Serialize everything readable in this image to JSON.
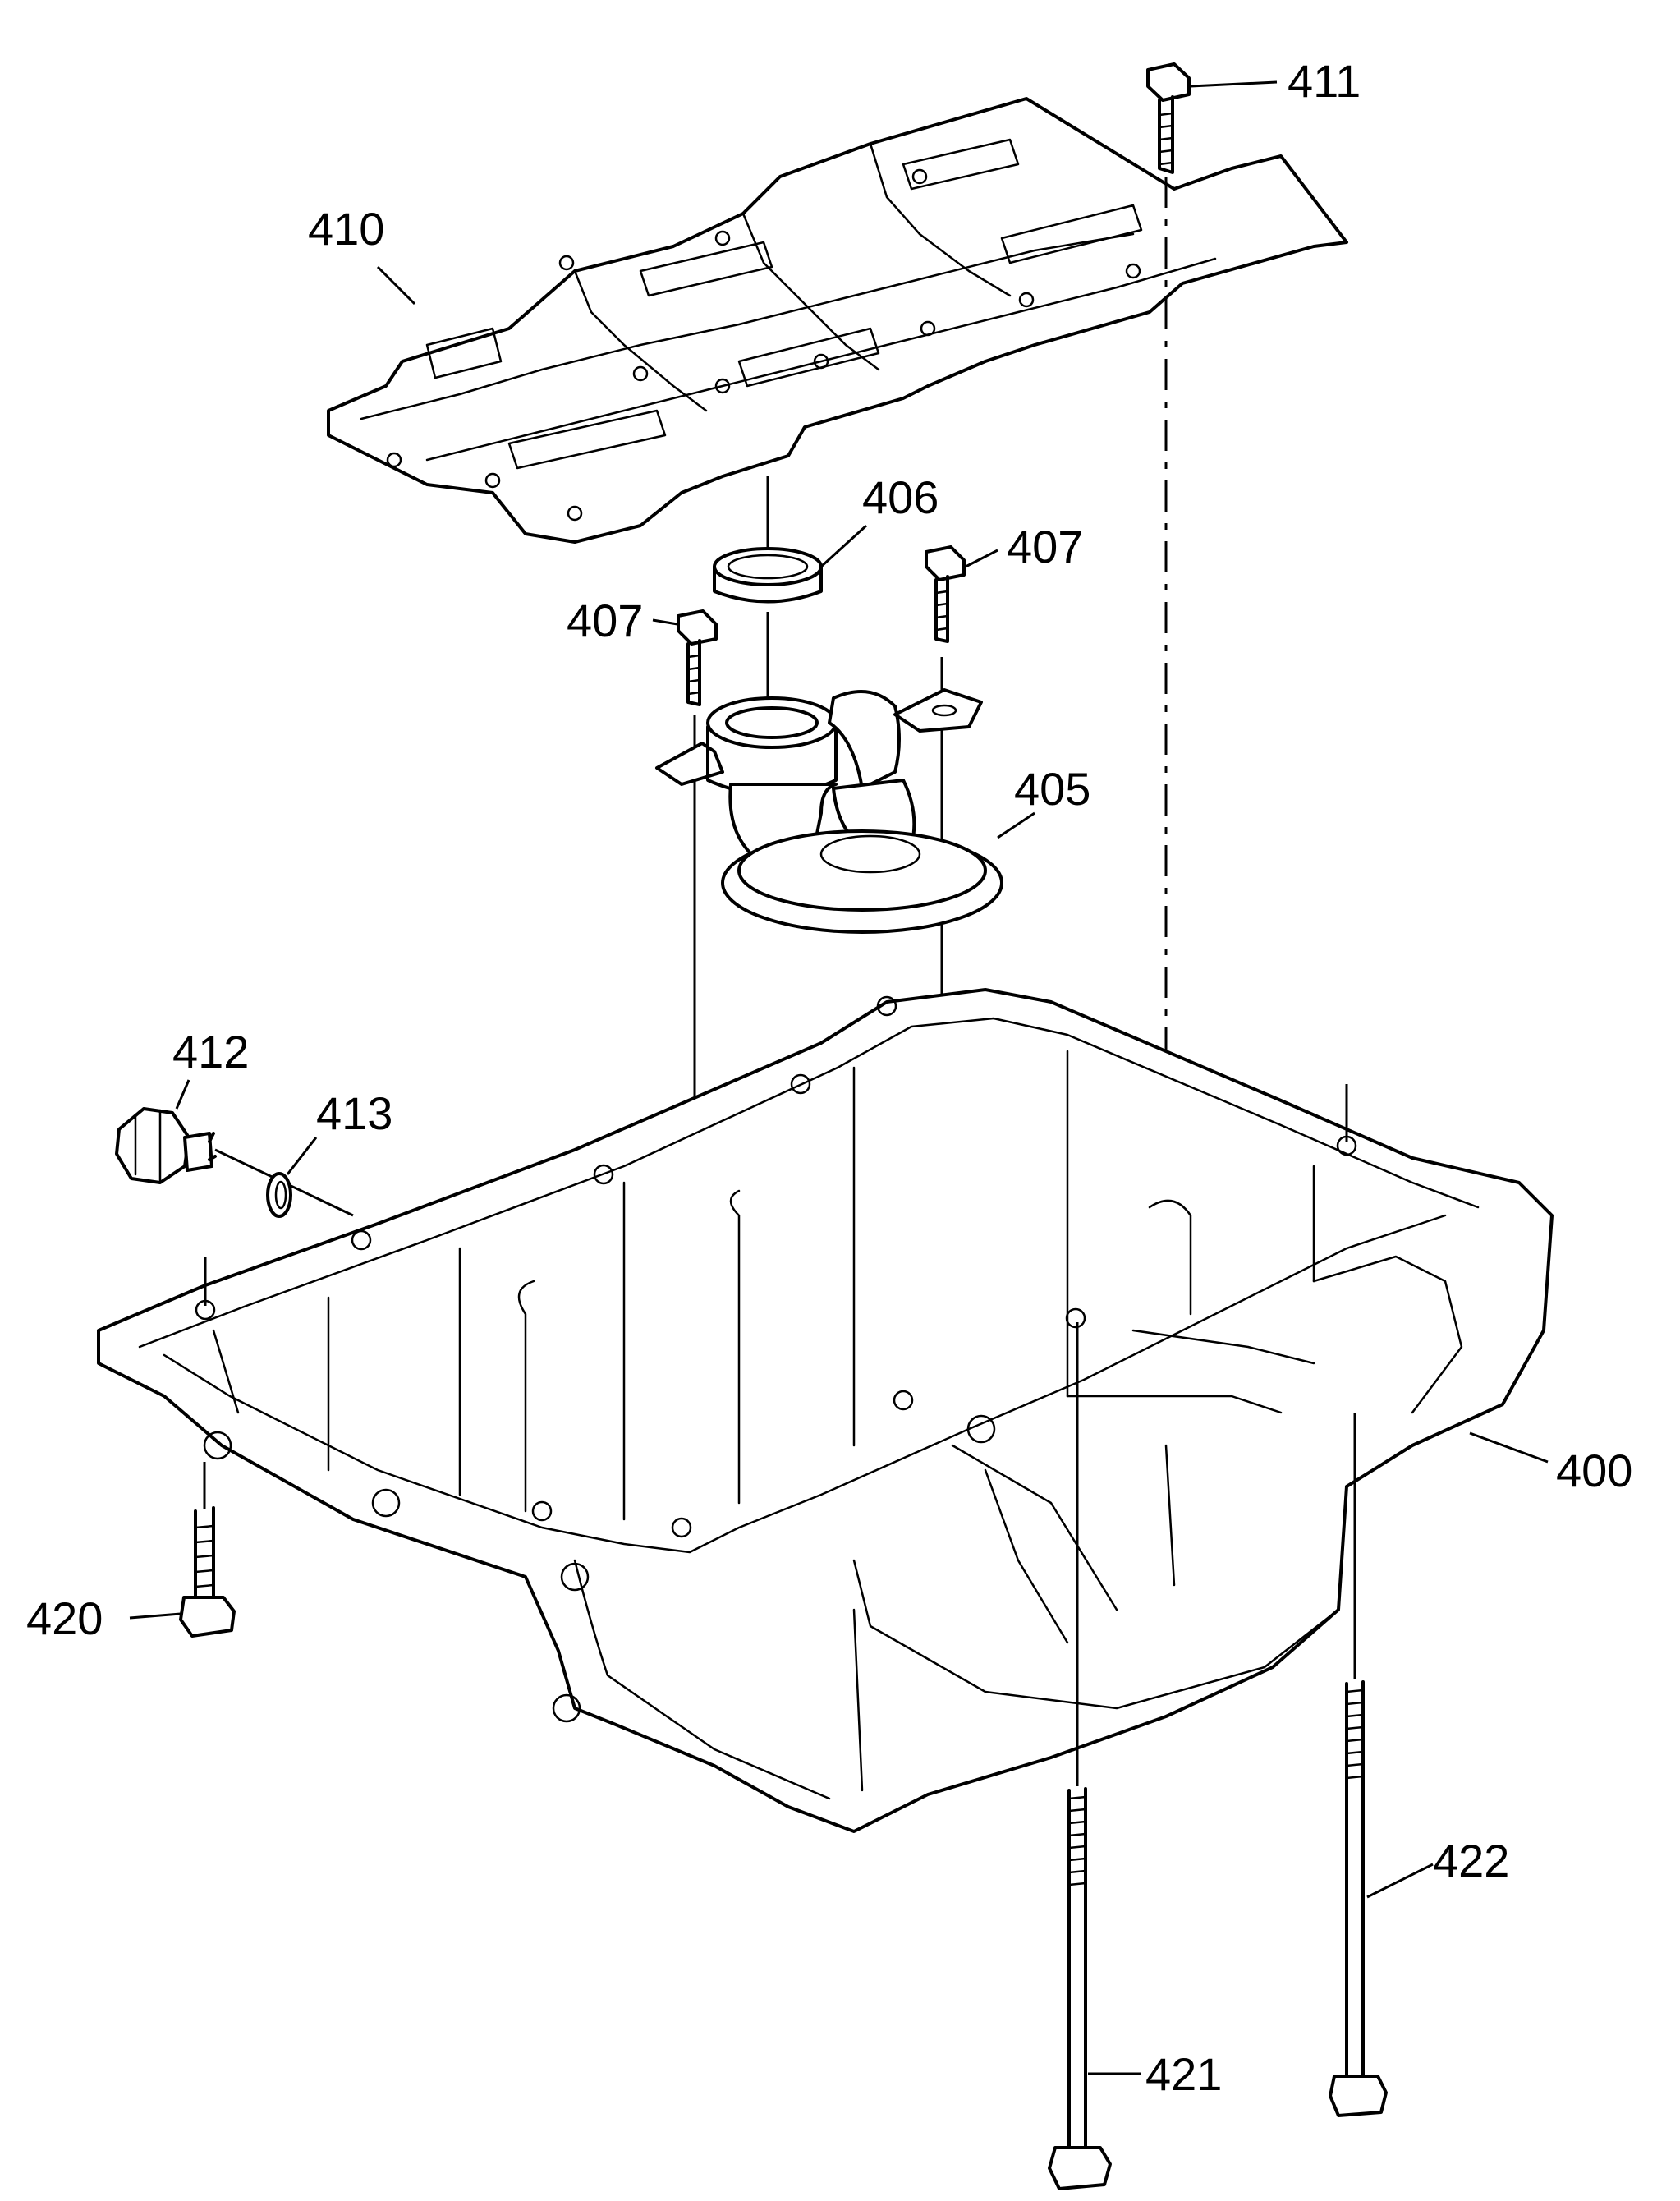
{
  "callouts": {
    "c400": "400",
    "c405": "405",
    "c406": "406",
    "c407a": "407",
    "c407b": "407",
    "c410": "410",
    "c411": "411",
    "c412": "412",
    "c413": "413",
    "c420": "420",
    "c421": "421",
    "c422": "422"
  }
}
